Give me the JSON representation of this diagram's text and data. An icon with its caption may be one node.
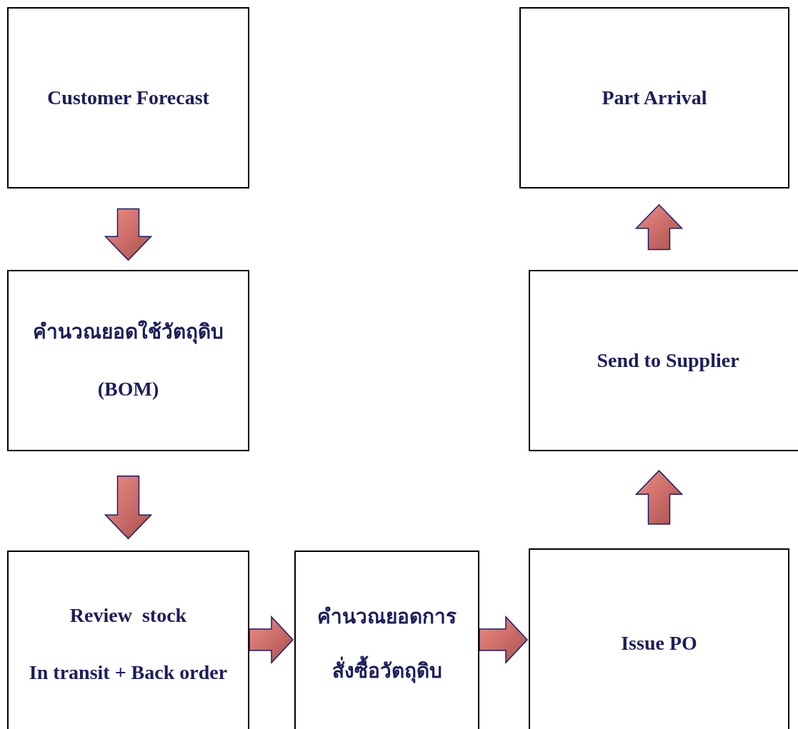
{
  "diagram": {
    "nodes": [
      {
        "text": [
          "Customer Forecast"
        ]
      },
      {
        "text": [
          "คำนวณยอดใช้วัตถุดิบ",
          "(BOM)"
        ]
      },
      {
        "text": [
          "Review  stock",
          "In transit + Back order"
        ]
      },
      {
        "text": [
          "คำนวณยอดการสั่งซื้อวัตถุดิบ"
        ]
      },
      {
        "text": [
          "Issue PO"
        ]
      },
      {
        "text": [
          "Send to Supplier"
        ]
      },
      {
        "text": [
          "Part Arrival"
        ]
      }
    ],
    "edges": [
      {
        "from": 0,
        "to": 1,
        "arrow": "to"
      },
      {
        "from": 1,
        "to": 2,
        "arrow": "to"
      },
      {
        "from": 2,
        "to": 3,
        "arrow": "to"
      },
      {
        "from": 3,
        "to": 4,
        "arrow": "to"
      },
      {
        "from": 4,
        "to": 5,
        "arrow": "to"
      },
      {
        "from": 5,
        "to": 6,
        "arrow": "to"
      }
    ]
  }
}
